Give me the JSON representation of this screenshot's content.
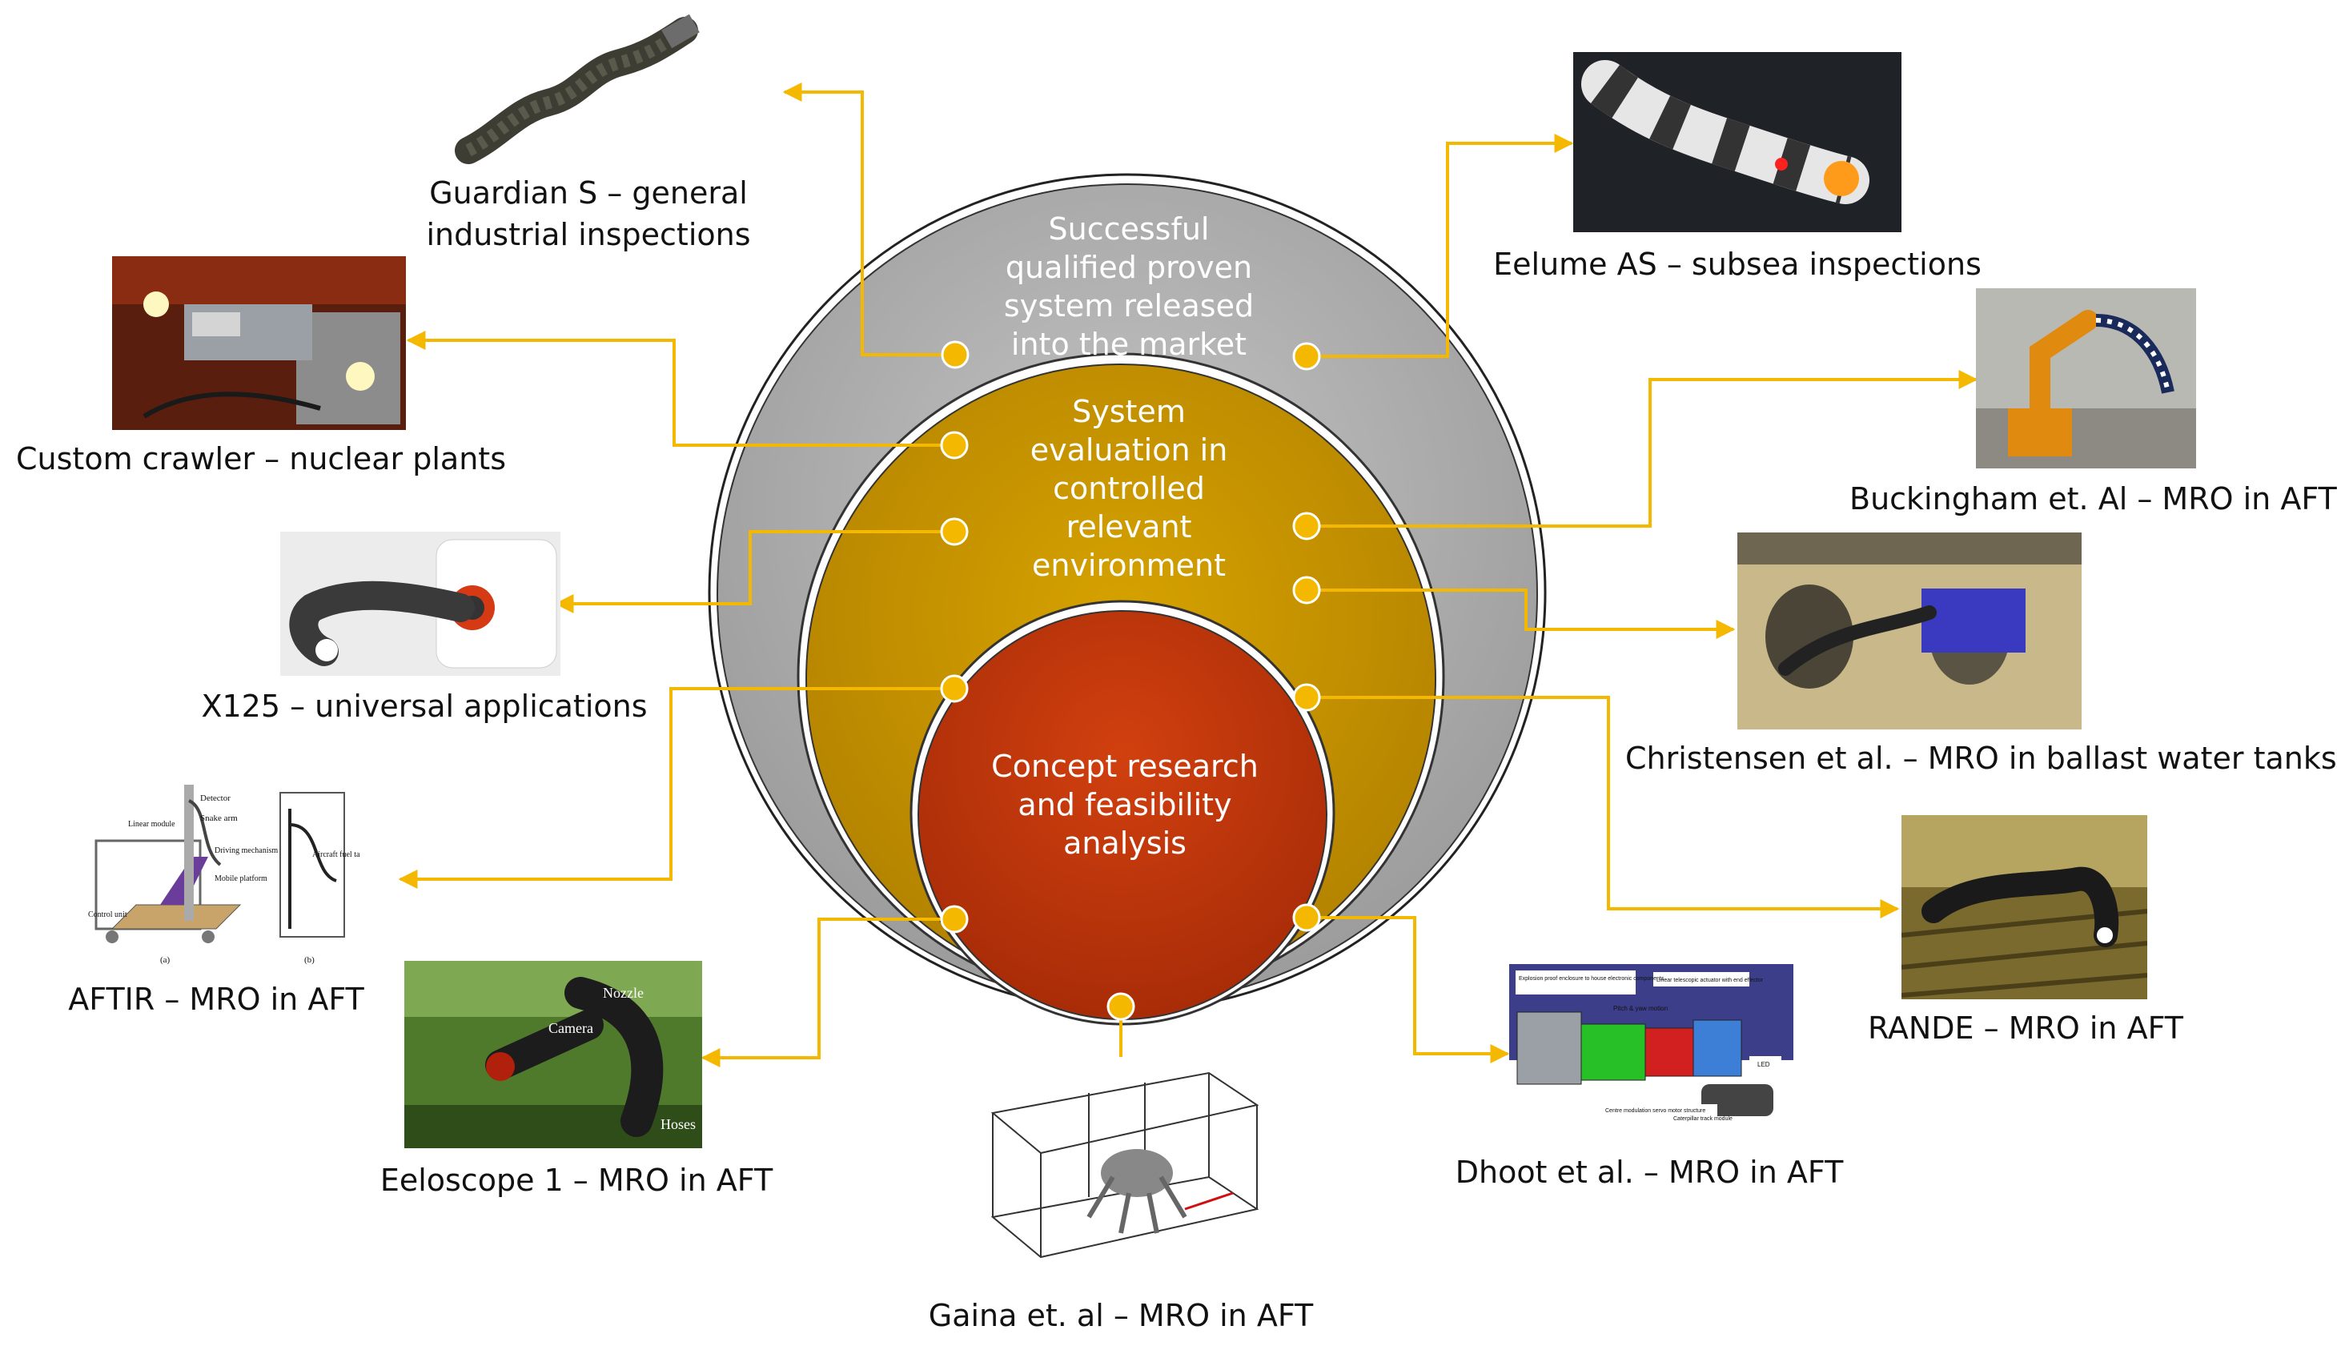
{
  "rings": {
    "outer": "Successful qualified proven system released into the market",
    "middle": "System evaluation in controlled relevant environment",
    "inner": "Concept research and feasibility analysis"
  },
  "examples": {
    "guardian": "Guardian S – general industrial inspections",
    "crawler": "Custom crawler – nuclear plants",
    "x125": "X125 – universal applications",
    "aftir": "AFTIR – MRO in AFT",
    "eeloscope": "Eeloscope 1 – MRO in AFT",
    "gaina": "Gaina et. al – MRO in AFT",
    "dhoot": "Dhoot et al. – MRO in AFT",
    "rande": "RANDE – MRO in AFT",
    "christensen": "Christensen et al. – MRO in ballast water tanks",
    "buckingham": "Buckingham et. Al – MRO in AFT",
    "eelume": "Eelume AS – subsea inspections"
  },
  "image_labels": {
    "eeloscope": {
      "nozzle": "Nozzle",
      "camera": "Camera",
      "hoses": "Hoses"
    },
    "aftir": {
      "detector": "Detector",
      "snake_arm": "Snake arm",
      "linear_module": "Linear module",
      "driving_mechanism": "Driving mechanism",
      "mobile_platform": "Mobile platform",
      "control_unit": "Control unit",
      "aircraft_fuel_tank": "Aircraft fuel tank",
      "panel_a": "(a)",
      "panel_b": "(b)"
    },
    "dhoot": {
      "enclosure": "Explosion proof enclosure to house electronic components",
      "pitch_yaw": "Pitch & yaw motion",
      "telescopic": "Linear telescopic actuator with end effector",
      "led": "LED",
      "centre_modulation": "Centre modulation servo motor structure",
      "track": "Caterpillar track module"
    }
  },
  "colors": {
    "connector": "#f5b800",
    "outer_ring": "#a6a6a6",
    "middle_ring": "#c49000",
    "inner_ring": "#c0330b",
    "dot": "#f5b800"
  }
}
